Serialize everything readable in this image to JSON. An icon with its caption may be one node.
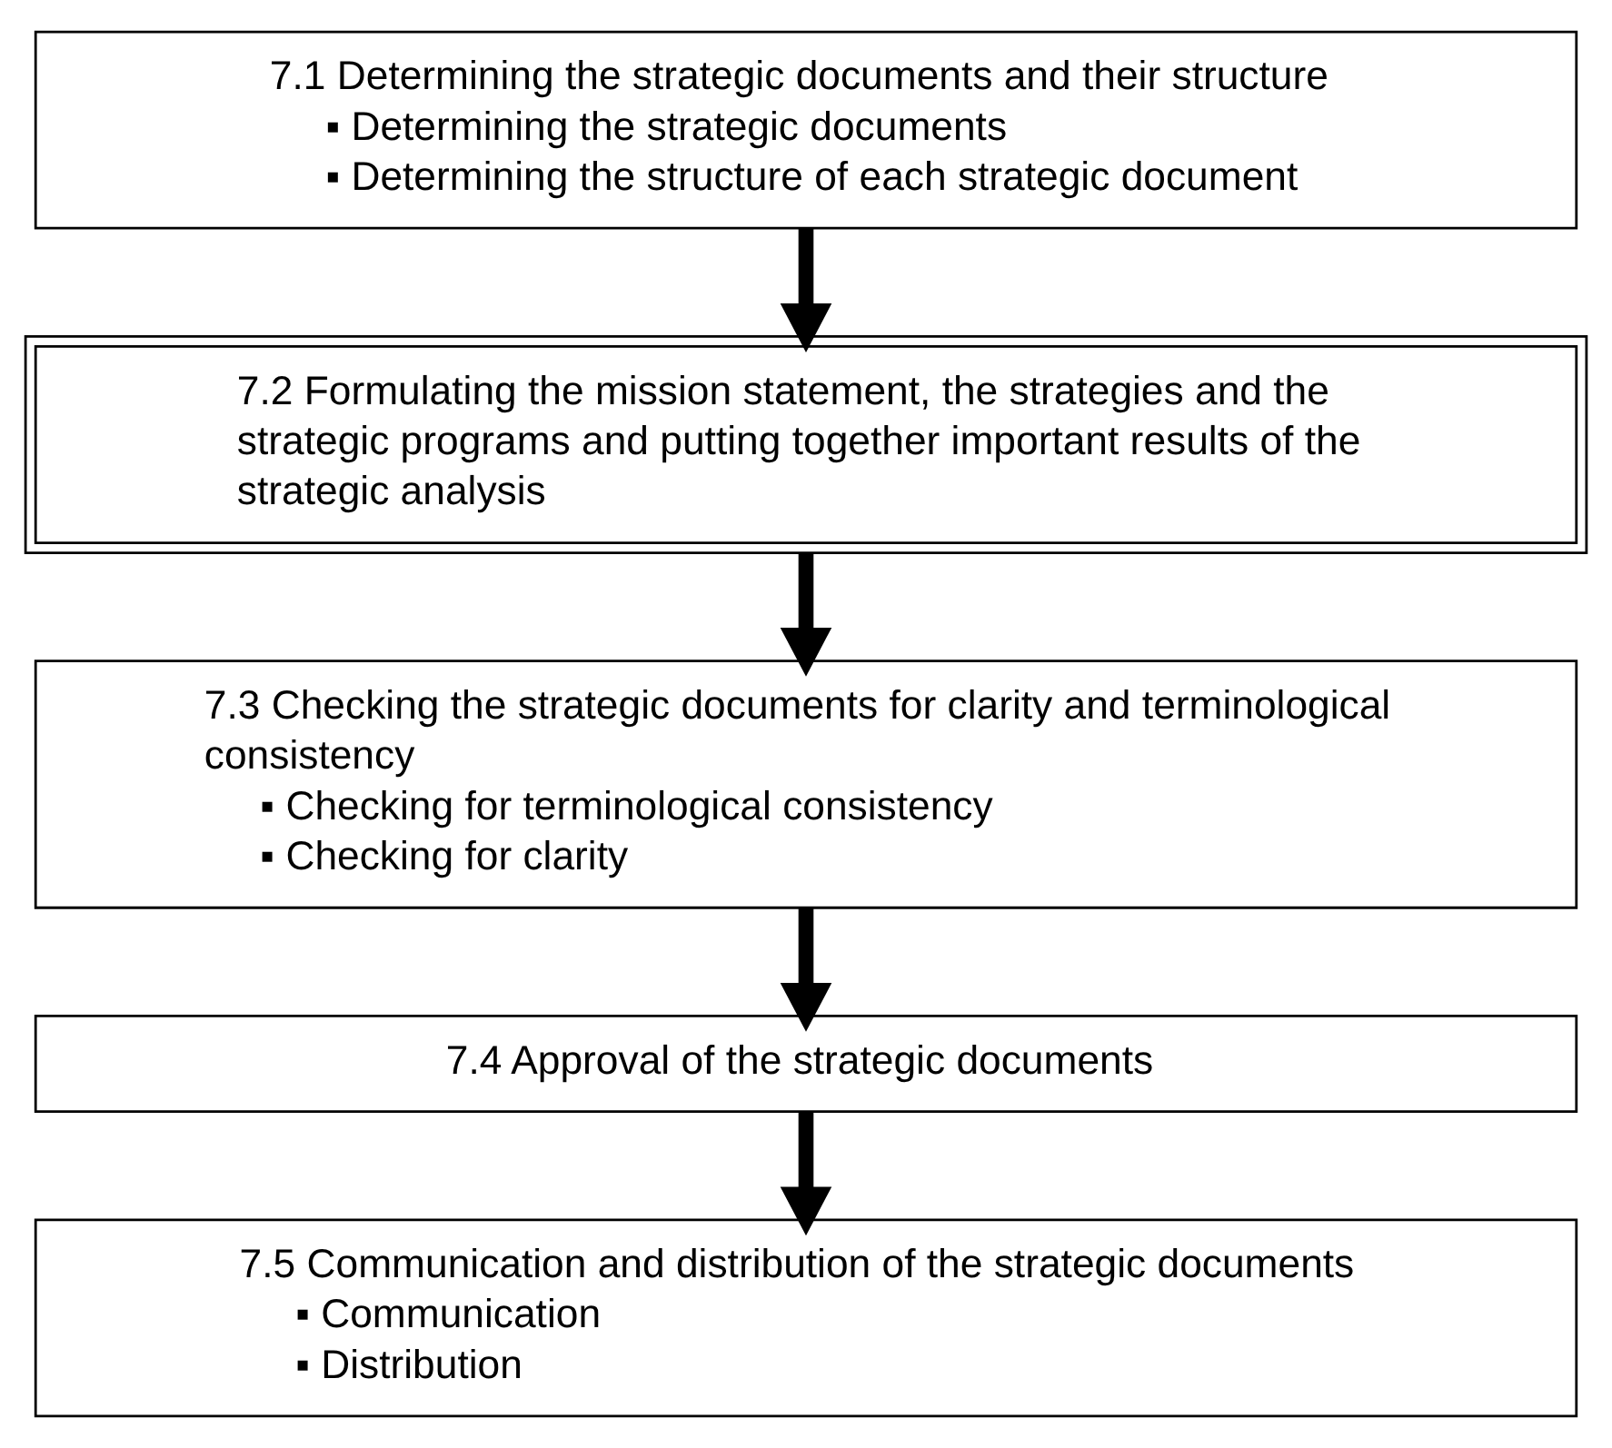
{
  "diagram": {
    "nodes": [
      {
        "text": [
          "7.1 Determining the strategic documents and their structure",
          "▪ Determining the strategic documents",
          "▪ Determining the structure of each strategic document"
        ]
      },
      {
        "text": [
          "7.2 Formulating the mission statement, the strategies and the strategic programs and putting together important results of the strategic analysis"
        ]
      },
      {
        "text": [
          "7.3 Checking the strategic documents for clarity and terminological consistency",
          "▪ Checking for terminological consistency",
          "▪ Checking for clarity"
        ]
      },
      {
        "text": [
          "7.4 Approval of the strategic documents"
        ]
      },
      {
        "text": [
          "7.5 Communication and distribution of the strategic documents",
          "▪ Communication",
          "▪ Distribution"
        ]
      }
    ],
    "edges": [
      {
        "from": 0,
        "to": 1,
        "arrow": "to"
      },
      {
        "from": 1,
        "to": 2,
        "arrow": "to"
      },
      {
        "from": 2,
        "to": 3,
        "arrow": "to"
      },
      {
        "from": 3,
        "to": 4,
        "arrow": "to"
      }
    ]
  }
}
